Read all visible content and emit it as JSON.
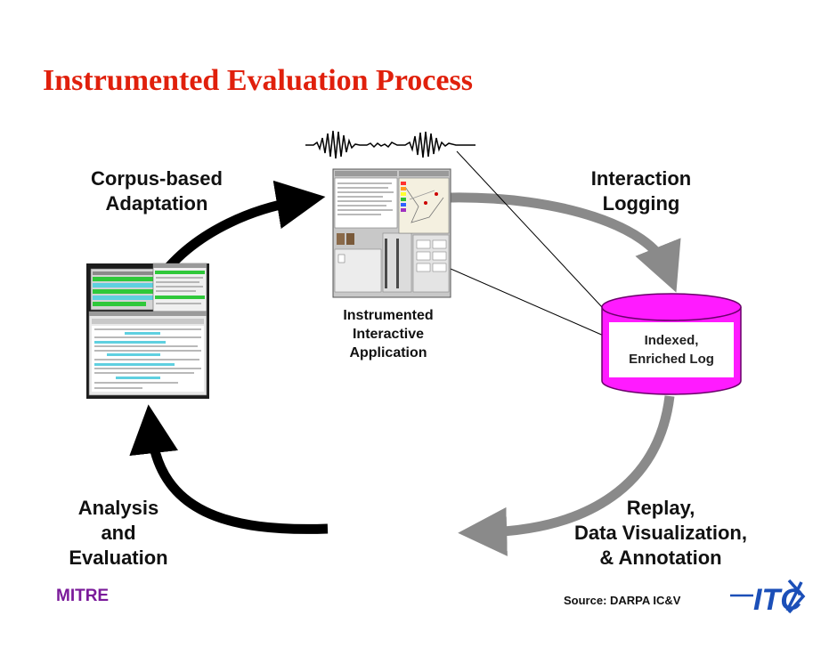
{
  "title": "Instrumented Evaluation Process",
  "stages": {
    "top_left": [
      "Corpus-based",
      "Adaptation"
    ],
    "top_right": [
      "Interaction",
      "Logging"
    ],
    "bottom_right": [
      "Replay,",
      "Data Visualization,",
      "& Annotation"
    ],
    "bottom_left": [
      "Analysis",
      "and",
      "Evaluation"
    ]
  },
  "app_caption": [
    "Instrumented",
    "Interactive",
    "Application"
  ],
  "database_label": [
    "Indexed,",
    "Enriched Log"
  ],
  "footer": {
    "org": "MITRE",
    "source": "Source:  DARPA IC&V",
    "logo_text": "ITC"
  },
  "colors": {
    "title": "#e0200c",
    "database": "#ff1bff",
    "arrow_black": "#000000",
    "arrow_gray": "#8a8a8a",
    "org": "#7a1a9a",
    "logo": "#1b4fb8"
  }
}
